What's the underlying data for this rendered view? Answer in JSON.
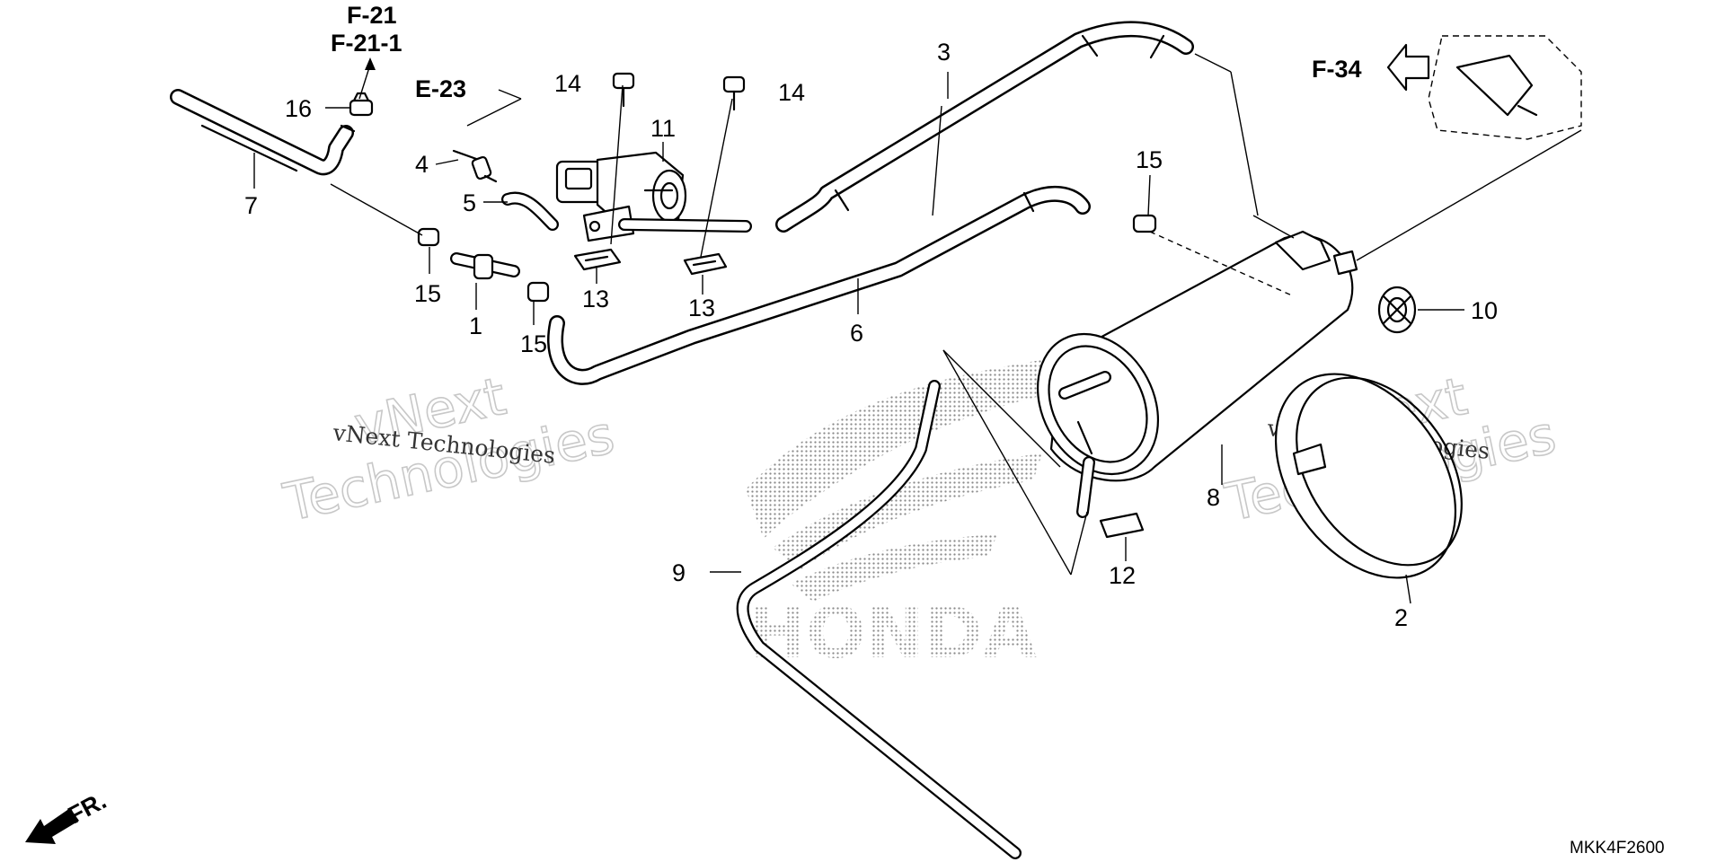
{
  "callouts": {
    "c1": "1",
    "c2": "2",
    "c3": "3",
    "c4": "4",
    "c5": "5",
    "c6": "6",
    "c7": "7",
    "c8": "8",
    "c9": "9",
    "c10": "10",
    "c11": "11",
    "c12": "12",
    "c13a": "13",
    "c13b": "13",
    "c14a": "14",
    "c14b": "14",
    "c15a": "15",
    "c15b": "15",
    "c15c": "15",
    "c16": "16"
  },
  "references": {
    "f21": "F-21",
    "f21_1": "F-21-1",
    "e23": "E-23",
    "f34": "F-34",
    "front": "FR."
  },
  "watermarks": {
    "left_big_1": "vNext",
    "left_big_2": "Technologies",
    "left_small": "vNext Technologies",
    "right_big_1": "vNext",
    "right_big_2": "Technologies",
    "right_small": "vNext Technologies"
  },
  "brand_mark": "HONDA",
  "diagram_code": "MKK4F2600"
}
